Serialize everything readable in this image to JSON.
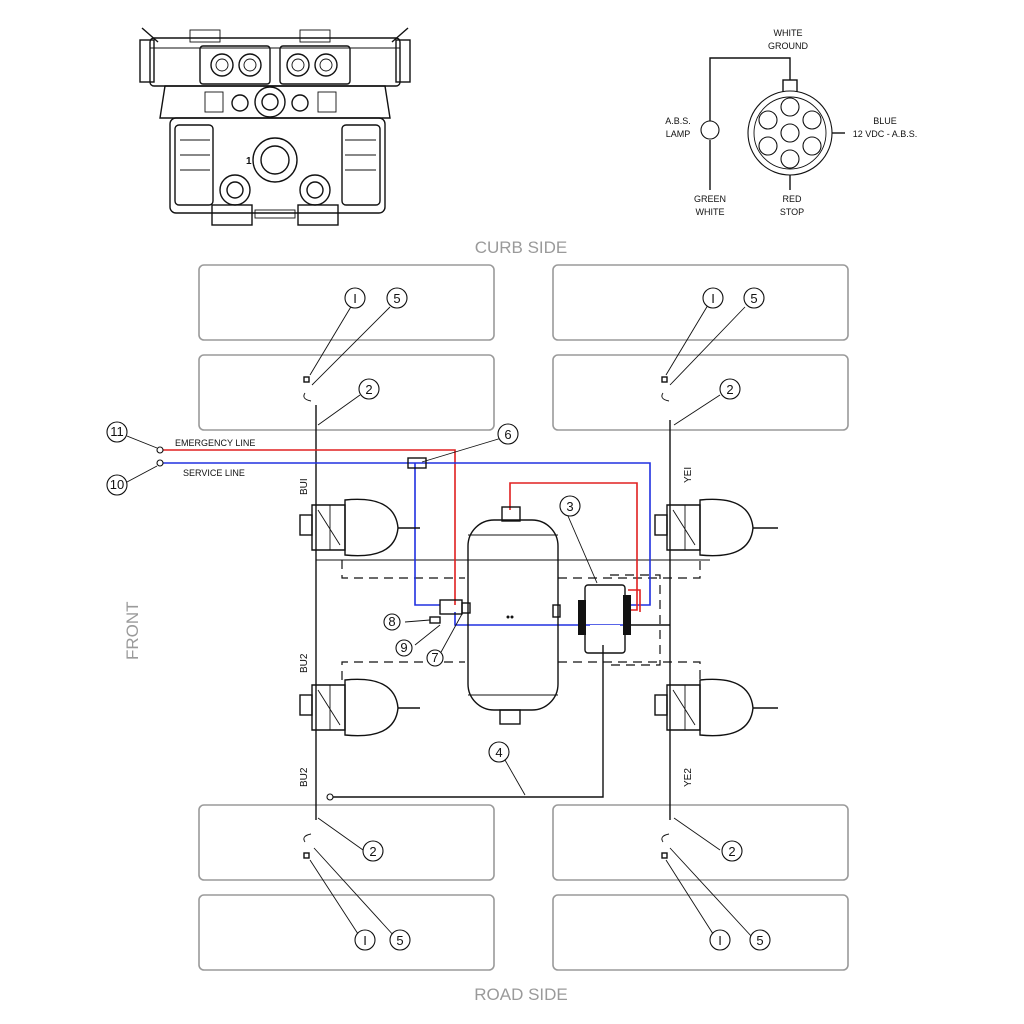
{
  "connector": {
    "white_ground": [
      "WHITE",
      "GROUND"
    ],
    "abs_lamp": [
      "A.B.S.",
      "LAMP"
    ],
    "blue": [
      "BLUE",
      "12 VDC - A.B.S."
    ],
    "green_white": [
      "GREEN",
      "WHITE"
    ],
    "red_stop": [
      "RED",
      "STOP"
    ]
  },
  "valve_marking": "1",
  "sides": {
    "curb": "CURB SIDE",
    "road": "ROAD SIDE",
    "front": "FRONT"
  },
  "lines": {
    "emergency": "EMERGENCY LINE",
    "service": "SERVICE LINE"
  },
  "sensor_labels": {
    "bu1": "BUI",
    "bu2_upper": "BU2",
    "bu2_lower": "BU2",
    "ye1": "YEI",
    "ye2": "YE2"
  },
  "callouts": {
    "n1": "I",
    "n2": "2",
    "n3": "3",
    "n4": "4",
    "n5": "5",
    "n6": "6",
    "n7": "7",
    "n8": "8",
    "n9": "9",
    "n10": "10",
    "n11": "11"
  },
  "colors": {
    "emergency_line": "#e02020",
    "service_line": "#2030e0",
    "side_text": "#9a9a9a"
  }
}
